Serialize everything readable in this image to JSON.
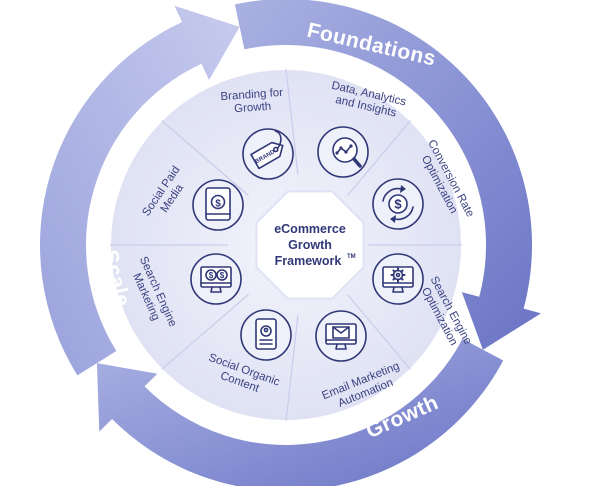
{
  "diagram": {
    "center": {
      "lines": [
        "eCommerce",
        "Growth",
        "Framework"
      ],
      "trademark": "TM"
    },
    "outer_labels": {
      "foundations": "Foundations",
      "growth": "Growth",
      "scale": "Scale"
    },
    "segments": [
      {
        "lines": [
          "Branding for",
          "Growth"
        ],
        "icon": "brand-tag-icon"
      },
      {
        "lines": [
          "Data, Analytics",
          "and Insights"
        ],
        "icon": "analytics-magnifier-icon"
      },
      {
        "lines": [
          "Conversion Rate",
          "Optimization"
        ],
        "icon": "dollar-cycle-icon"
      },
      {
        "lines": [
          "Search Engine",
          "Optimization"
        ],
        "icon": "gear-monitor-icon"
      },
      {
        "lines": [
          "Email Marketing",
          "Automation"
        ],
        "icon": "email-monitor-icon"
      },
      {
        "lines": [
          "Social Organic",
          "Content"
        ],
        "icon": "profile-phone-icon"
      },
      {
        "lines": [
          "Search Engine",
          "Marketing"
        ],
        "icon": "dollar-monitor-icon"
      },
      {
        "lines": [
          "Social Paid",
          "Media"
        ],
        "icon": "dollar-tablet-icon"
      }
    ],
    "brand_tag_text": "BRAND",
    "colors": {
      "ring": "#7c86cc",
      "ring_light": "#b3b9e4",
      "disc": "#e6e8f6",
      "icon_stroke": "#2f3777",
      "icon_circle": "#eef0fa",
      "text": "#3a4281"
    }
  }
}
